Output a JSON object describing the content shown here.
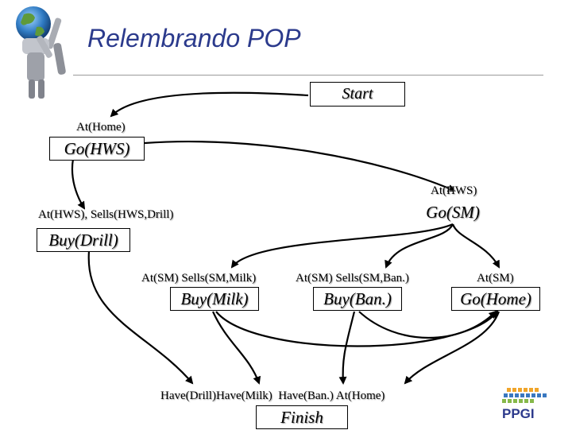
{
  "slide": {
    "title": "Relembrando POP"
  },
  "steps": {
    "start": {
      "label": "Start"
    },
    "go_hws": {
      "label": "Go(HWS)",
      "precondition": "At(Home)"
    },
    "buy_drill": {
      "label": "Buy(Drill)",
      "precondition": "At(HWS), Sells(HWS,Drill)"
    },
    "go_sm": {
      "label": "Go(SM)",
      "precondition": "At(HWS)"
    },
    "buy_milk": {
      "label": "Buy(Milk)",
      "precondition": "At(SM) Sells(SM,Milk)"
    },
    "buy_ban": {
      "label": "Buy(Ban.)",
      "precondition": "At(SM) Sells(SM,Ban.)"
    },
    "go_home": {
      "label": "Go(Home)",
      "precondition": "At(SM)"
    },
    "finish": {
      "label": "Finish",
      "precondition": "Have(Drill)Have(Milk)  Have(Ban.) At(Home)"
    }
  },
  "logo": {
    "text": "PPGI"
  }
}
